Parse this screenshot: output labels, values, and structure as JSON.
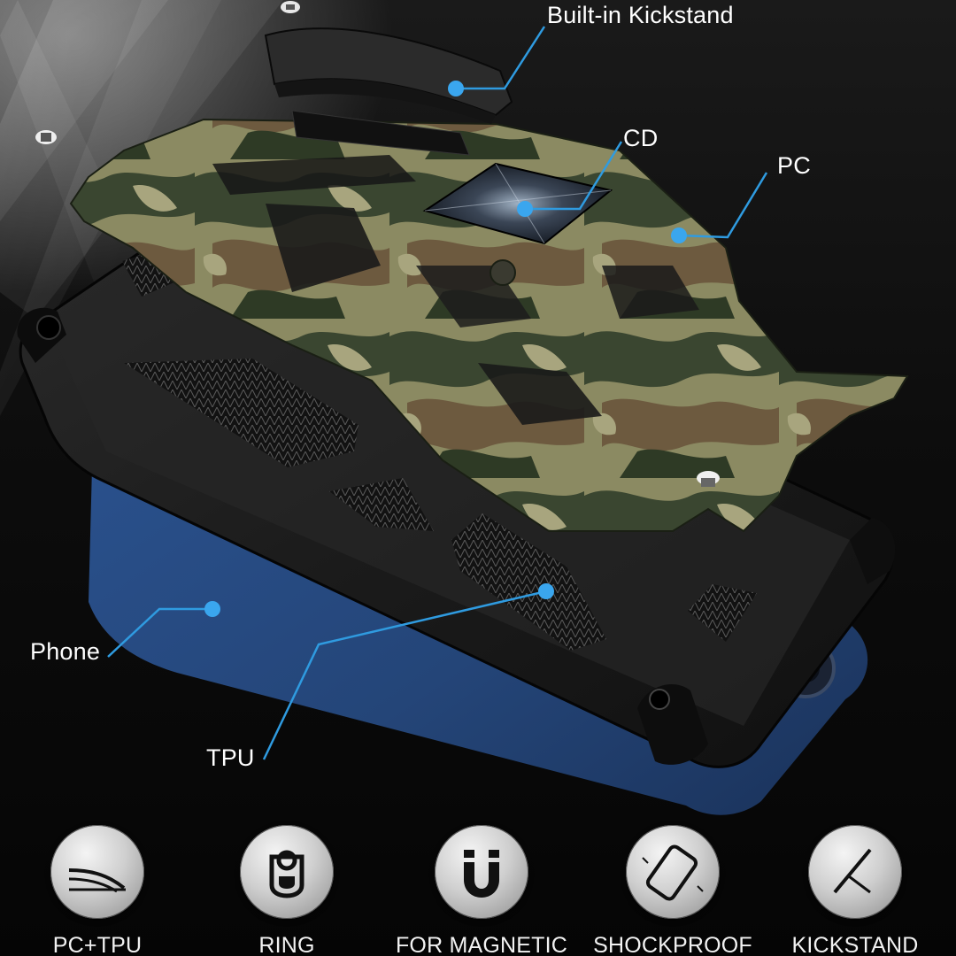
{
  "callouts": {
    "kickstand": "Built-in Kickstand",
    "cd": "CD",
    "pc": "PC",
    "phone": "Phone",
    "tpu": "TPU"
  },
  "features": [
    {
      "label": "PC+TPU",
      "icon": "layer-curve-icon"
    },
    {
      "label": "RING",
      "icon": "ring-holder-icon"
    },
    {
      "label": "FOR MAGNETIC",
      "icon": "magnet-icon"
    },
    {
      "label": "SHOCKPROOF",
      "icon": "tilted-phone-icon"
    },
    {
      "label": "KICKSTAND",
      "icon": "kickstand-icon"
    }
  ],
  "colors": {
    "callout_line": "#2f9be0",
    "callout_dot": "#3aa6ee",
    "camo_light": "#8f8f68",
    "camo_dark": "#2f3a24",
    "camo_brown": "#6b5a40",
    "phone_blue": "#2a4f8a",
    "case_black": "#1c1c1c"
  }
}
